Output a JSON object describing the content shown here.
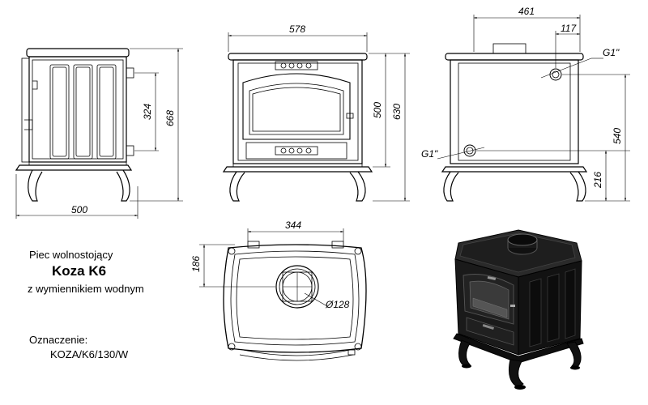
{
  "product": {
    "line1": "Piec wolnostojący",
    "title": "Koza K6",
    "line2": "z wymiennikiem wodnym",
    "designation_label": "Oznaczenie:",
    "designation_code": "KOZA/K6/130/W"
  },
  "dimensions": {
    "side_depth": "500",
    "side_height": "668",
    "side_connection_spacing": "324",
    "front_width": "578",
    "front_height_body": "500",
    "front_height_total": "630",
    "back_width": "461",
    "back_offset": "117",
    "back_height": "540",
    "back_lower": "216",
    "top_width": "344",
    "top_depth": "186",
    "flue_diameter": "Ø128",
    "thread_upper": "G1\"",
    "thread_lower": "G1\""
  },
  "colors": {
    "line": "#000000",
    "background": "#ffffff",
    "render_body": "#1a1a1a"
  }
}
